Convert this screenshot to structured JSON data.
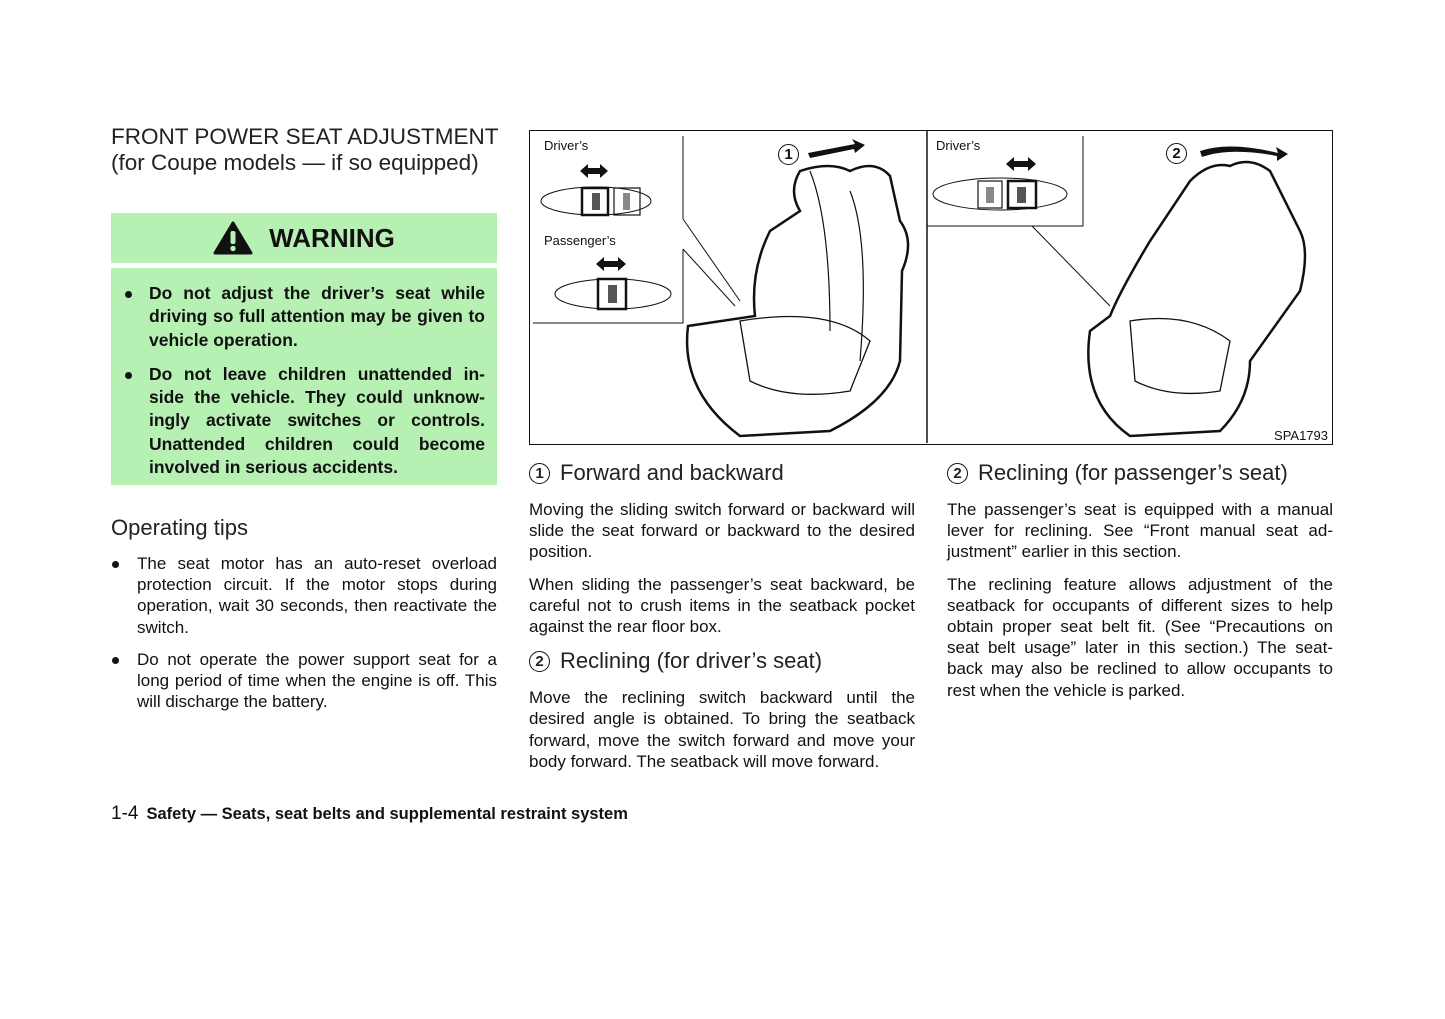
{
  "title": "FRONT POWER SEAT ADJUSTMENT (for Coupe models — if so equipped)",
  "warning": {
    "heading": "WARNING",
    "items": [
      "Do not adjust the driver’s seat while driving so full attention may be given to vehicle operation.",
      "Do not leave children unattended in-side the vehicle. They could unknow-ingly activate switches or controls. Unattended children could become involved in serious accidents."
    ]
  },
  "tips": {
    "heading": "Operating tips",
    "items": [
      "The seat motor has an auto-reset overload protection circuit. If the motor stops during operation, wait 30 seconds, then reactivate the switch.",
      "Do not operate the power support seat for a long period of time when the engine is off. This will discharge the battery."
    ]
  },
  "figure": {
    "drivers_label_1": "Driver’s",
    "passengers_label": "Passenger’s",
    "drivers_label_2": "Driver’s",
    "callout_1": "1",
    "callout_2": "2",
    "code": "SPA1793"
  },
  "sections": [
    {
      "num": "1",
      "heading": "Forward and backward",
      "paras": [
        "Moving the sliding switch forward or backward will slide the seat forward or backward to the desired position.",
        "When sliding the passenger’s seat backward, be careful not to crush items in the seatback pocket against the rear floor box."
      ]
    },
    {
      "num": "2",
      "heading": "Reclining (for driver’s seat)",
      "paras": [
        "Move the reclining switch backward until the desired angle is obtained. To bring the seatback forward, move the switch forward and move your body forward. The seatback will move forward."
      ]
    },
    {
      "num": "2",
      "heading": "Reclining (for passenger’s seat)",
      "paras": [
        "The passenger’s seat is equipped with a manual lever for reclining. See “Front manual seat ad-justment” earlier in this section.",
        "The reclining feature allows adjustment of the seatback for occupants of different sizes to help obtain proper seat belt fit. (See “Precautions on seat belt usage” later in this section.) The seat-back may also be reclined to allow occupants to rest when the vehicle is parked."
      ]
    }
  ],
  "footer": {
    "page": "1-4",
    "section": "Safety — Seats, seat belts and supplemental restraint system"
  },
  "colors": {
    "warning_bg": "#b7f0b3"
  }
}
